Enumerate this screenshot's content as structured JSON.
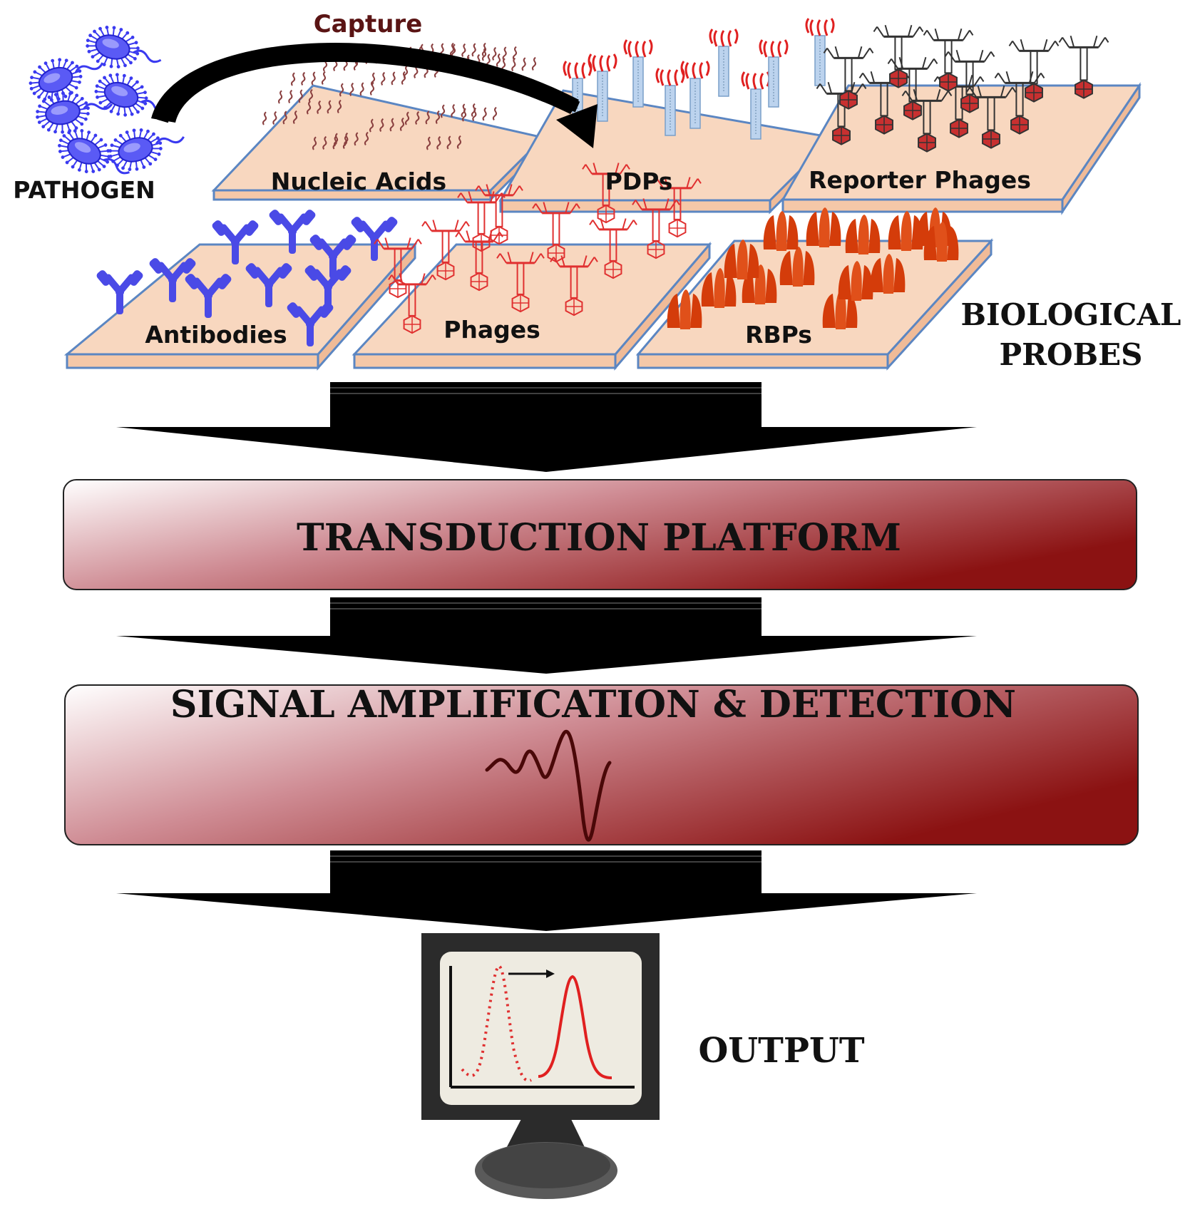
{
  "labels": {
    "capture": "Capture",
    "pathogen": "PATHOGEN",
    "biological_probes_line1": "BIOLOGICAL",
    "biological_probes_line2": "PROBES",
    "output": "OUTPUT"
  },
  "platforms": {
    "nucleic_acids": "Nucleic Acids",
    "pdps": "PDPs",
    "reporter_phages": "Reporter Phages",
    "antibodies": "Antibodies",
    "phages": "Phages",
    "rbps": "RBPs"
  },
  "stages": {
    "transduction": "TRANSDUCTION PLATFORM",
    "signal": "SIGNAL AMPLIFICATION & DETECTION"
  },
  "colors": {
    "pathogen": "#3a3af0",
    "antibody": "#4a4ae6",
    "phage": "#e03030",
    "rbp": "#d43c0a",
    "platform_fill": "#f8d7bf",
    "platform_edge": "#5b86c2",
    "stage_dark": "#8b1515",
    "capture_text": "#5a1414",
    "wave": "#4a0808",
    "monitor": "#2b2b2b",
    "screen": "#eeebe1"
  }
}
